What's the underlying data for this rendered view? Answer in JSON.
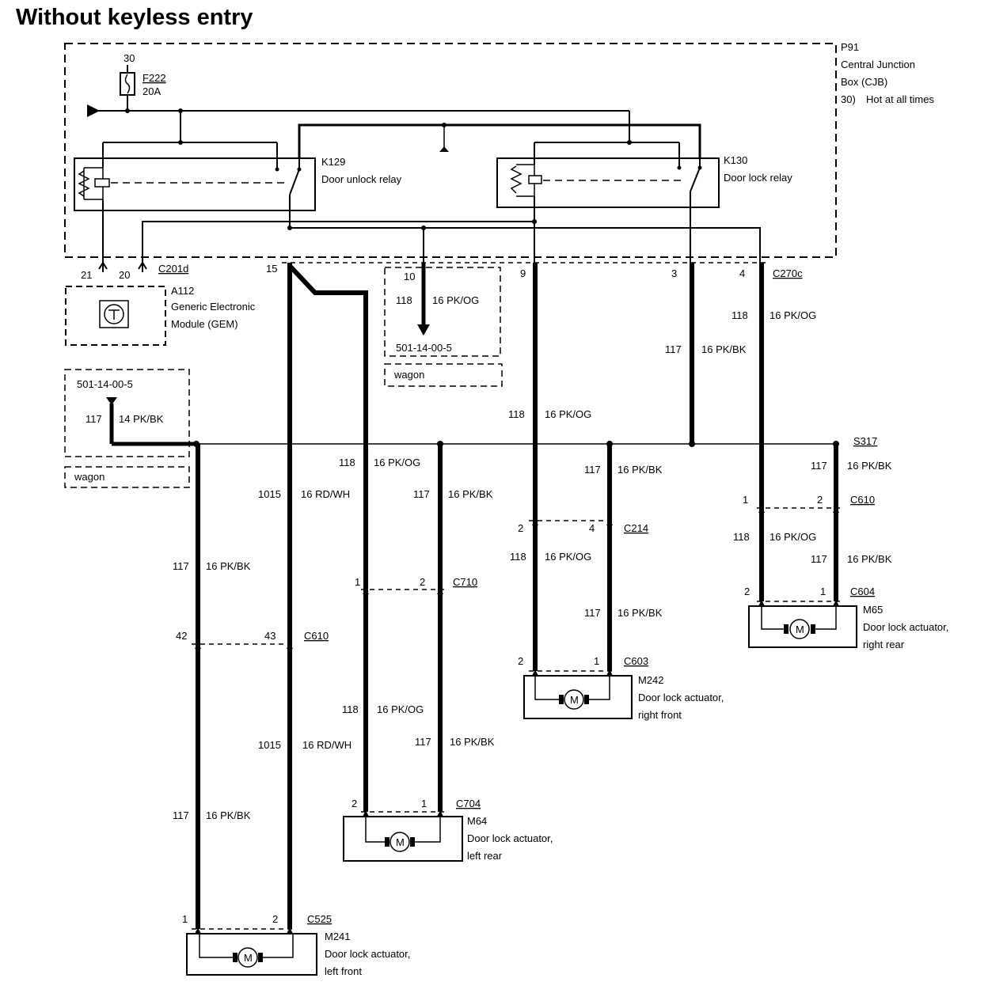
{
  "title": "Without keyless entry",
  "cjb": {
    "id": "P91",
    "name_line1": "Central Junction",
    "name_line2": "Box (CJB)",
    "note_num": "30)",
    "note_text": "Hot at all times",
    "feed": "30",
    "fuse_id": "F222",
    "fuse_rating": "20A"
  },
  "relays": {
    "unlock": {
      "id": "K129",
      "name": "Door unlock relay"
    },
    "lock": {
      "id": "K130",
      "name": "Door lock relay"
    }
  },
  "gem": {
    "id": "A112",
    "line1": "Generic Electronic",
    "line2": "Module (GEM)",
    "pin_a": "21",
    "pin_b": "20",
    "connector": "C201d"
  },
  "wagon_insert_top": {
    "pin": "10",
    "circuit": "118",
    "wire": "16 PK/OG",
    "ref": "501-14-00-5",
    "note": "wagon"
  },
  "wagon_insert_left": {
    "ref": "501-14-00-5",
    "circuit": "117",
    "wire": "14 PK/BK",
    "note": "wagon"
  },
  "connectors": {
    "c270c": "C270c",
    "c270c_p9": "9",
    "c270c_p3": "3",
    "c270c_p4": "4",
    "c201d_p15": "15",
    "s317": "S317",
    "c610r": "C610",
    "c610r_p1": "1",
    "c610r_p2": "2",
    "c214": "C214",
    "c214_p2": "2",
    "c214_p4": "4",
    "c710": "C710",
    "c710_p1": "1",
    "c710_p2": "2",
    "c610l": "C610",
    "c610l_p42": "42",
    "c610l_p43": "43",
    "c603": "C603",
    "c603_p2": "2",
    "c603_p1": "1",
    "c604": "C604",
    "c604_p2": "2",
    "c604_p1": "1",
    "c704": "C704",
    "c704_p2": "2",
    "c704_p1": "1",
    "c525": "C525",
    "c525_p1": "1",
    "c525_p2": "2"
  },
  "wires": {
    "w118_right_a": {
      "circuit": "118",
      "label": "16 PK/OG"
    },
    "w117_right_a": {
      "circuit": "117",
      "label": "16 PK/BK"
    },
    "w118_mid": {
      "circuit": "118",
      "label": "16 PK/OG"
    },
    "w117_rf_a": {
      "circuit": "117",
      "label": "16 PK/BK"
    },
    "w117_rr_a": {
      "circuit": "117",
      "label": "16 PK/BK"
    },
    "w118_rr_b": {
      "circuit": "118",
      "label": "16 PK/OG"
    },
    "w117_rr_b": {
      "circuit": "117",
      "label": "16 PK/BK"
    },
    "w118_rf_b": {
      "circuit": "118",
      "label": "16 PK/OG"
    },
    "w117_rf_b": {
      "circuit": "117",
      "label": "16 PK/BK"
    },
    "w118_lr_a": {
      "circuit": "118",
      "label": "16 PK/OG"
    },
    "w117_lr_a": {
      "circuit": "117",
      "label": "16 PK/BK"
    },
    "w1015_a": {
      "circuit": "1015",
      "label": "16 RD/WH"
    },
    "w117_lf_a": {
      "circuit": "117",
      "label": "16 PK/BK"
    },
    "w118_lr_b": {
      "circuit": "118",
      "label": "16 PK/OG"
    },
    "w117_lr_b": {
      "circuit": "117",
      "label": "16 PK/BK"
    },
    "w1015_b": {
      "circuit": "1015",
      "label": "16 RD/WH"
    },
    "w117_lf_b": {
      "circuit": "117",
      "label": "16 PK/BK"
    }
  },
  "actuators": {
    "lf": {
      "id": "M241",
      "line1": "Door lock actuator,",
      "line2": "left front"
    },
    "lr": {
      "id": "M64",
      "line1": "Door lock actuator,",
      "line2": "left rear"
    },
    "rf": {
      "id": "M242",
      "line1": "Door lock actuator,",
      "line2": "right front"
    },
    "rr": {
      "id": "M65",
      "line1": "Door lock actuator,",
      "line2": "right rear"
    },
    "motor_symbol": "M"
  }
}
